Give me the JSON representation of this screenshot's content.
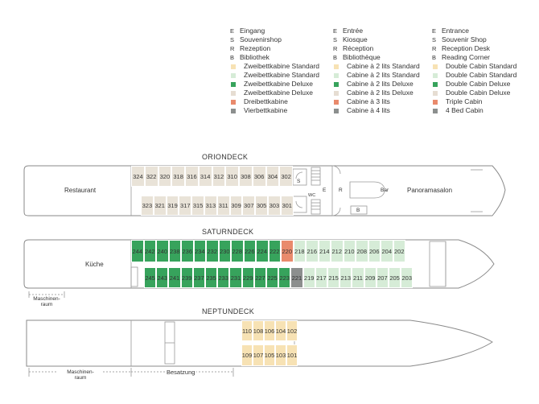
{
  "colors": {
    "standard": "#f7e2b4",
    "double_standard": "#d6ecd7",
    "deluxe": "#37a35c",
    "deluxe_light": "#e6ddd2",
    "triple": "#e98a6c",
    "quad": "#8c8f8e",
    "orion_cabin": "#e9e3d8",
    "deck_outline": "#8a8a8a"
  },
  "legend": {
    "de": [
      {
        "sym": "E",
        "label": "Eingang"
      },
      {
        "sym": "S",
        "label": "Souvenirshop"
      },
      {
        "sym": "R",
        "label": "Rezeption"
      },
      {
        "sym": "B",
        "label": "Bibliothek"
      },
      {
        "swatch": "standard",
        "label": "Zweibettkabine Standard"
      },
      {
        "swatch": "double_standard",
        "label": "Zweibettkabine Standard"
      },
      {
        "swatch": "deluxe",
        "label": "Zweibettkabine Deluxe"
      },
      {
        "swatch": "deluxe_light",
        "label": "Zweibettkabine Deluxe"
      },
      {
        "swatch": "triple",
        "label": "Dreibettkabine"
      },
      {
        "swatch": "quad",
        "label": "Vierbettkabine"
      }
    ],
    "fr": [
      {
        "sym": "E",
        "label": "Entrée"
      },
      {
        "sym": "S",
        "label": "Kiosque"
      },
      {
        "sym": "R",
        "label": "Réception"
      },
      {
        "sym": "B",
        "label": "Bibliothèque"
      },
      {
        "swatch": "standard",
        "label": "Cabine à 2 lits Standard"
      },
      {
        "swatch": "double_standard",
        "label": "Cabine à 2 lits Standard"
      },
      {
        "swatch": "deluxe",
        "label": "Cabine à 2 lits Deluxe"
      },
      {
        "swatch": "deluxe_light",
        "label": "Cabine à 2 lits Deluxe"
      },
      {
        "swatch": "triple",
        "label": "Cabine à 3 lits"
      },
      {
        "swatch": "quad",
        "label": "Cabine à 4 lits"
      }
    ],
    "en": [
      {
        "sym": "E",
        "label": "Entrance"
      },
      {
        "sym": "S",
        "label": "Souvenir Shop"
      },
      {
        "sym": "R",
        "label": "Reception Desk"
      },
      {
        "sym": "B",
        "label": "Reading Corner"
      },
      {
        "swatch": "standard",
        "label": "Double Cabin Standard"
      },
      {
        "swatch": "double_standard",
        "label": "Double Cabin Standard"
      },
      {
        "swatch": "deluxe",
        "label": "Double Cabin Deluxe"
      },
      {
        "swatch": "deluxe_light",
        "label": "Double Cabin Deluxe"
      },
      {
        "swatch": "triple",
        "label": "Triple Cabin"
      },
      {
        "swatch": "quad",
        "label": "4 Bed Cabin"
      }
    ]
  },
  "decks": {
    "orion": {
      "title": "ORIONDECK",
      "restaurant": "Restaurant",
      "panorama": "Panoramasalon",
      "bar": "Bar",
      "s": "S",
      "e": "E",
      "r": "R",
      "b": "B",
      "wc": "WC",
      "top_row": [
        "324",
        "322",
        "320",
        "318",
        "316",
        "314",
        "312",
        "310",
        "308",
        "306",
        "304",
        "302"
      ],
      "bottom_row": [
        "323",
        "321",
        "319",
        "317",
        "315",
        "313",
        "311",
        "309",
        "307",
        "305",
        "303",
        "301"
      ]
    },
    "saturn": {
      "title": "SATURNDECK",
      "kitchen": "Küche",
      "engine": "Maschinen-\nraum",
      "top_row": [
        {
          "n": "244",
          "c": "deluxe"
        },
        {
          "n": "242",
          "c": "deluxe"
        },
        {
          "n": "240",
          "c": "deluxe"
        },
        {
          "n": "238",
          "c": "deluxe"
        },
        {
          "n": "236",
          "c": "deluxe"
        },
        {
          "n": "234",
          "c": "deluxe"
        },
        {
          "n": "232",
          "c": "deluxe"
        },
        {
          "n": "230",
          "c": "deluxe"
        },
        {
          "n": "228",
          "c": "deluxe"
        },
        {
          "n": "226",
          "c": "deluxe"
        },
        {
          "n": "224",
          "c": "deluxe"
        },
        {
          "n": "222",
          "c": "deluxe"
        },
        {
          "n": "220",
          "c": "triple"
        },
        {
          "n": "218",
          "c": "double_standard"
        },
        {
          "n": "216",
          "c": "double_standard"
        },
        {
          "n": "214",
          "c": "double_standard"
        },
        {
          "n": "212",
          "c": "double_standard"
        },
        {
          "n": "210",
          "c": "double_standard"
        },
        {
          "n": "208",
          "c": "double_standard"
        },
        {
          "n": "206",
          "c": "double_standard"
        },
        {
          "n": "204",
          "c": "double_standard"
        },
        {
          "n": "202",
          "c": "double_standard"
        }
      ],
      "bottom_row": [
        {
          "n": "245",
          "c": "deluxe"
        },
        {
          "n": "243",
          "c": "deluxe"
        },
        {
          "n": "241",
          "c": "deluxe"
        },
        {
          "n": "239",
          "c": "deluxe"
        },
        {
          "n": "237",
          "c": "deluxe"
        },
        {
          "n": "235",
          "c": "deluxe"
        },
        {
          "n": "233",
          "c": "deluxe"
        },
        {
          "n": "231",
          "c": "deluxe"
        },
        {
          "n": "229",
          "c": "deluxe"
        },
        {
          "n": "227",
          "c": "deluxe"
        },
        {
          "n": "225",
          "c": "deluxe"
        },
        {
          "n": "223",
          "c": "deluxe"
        },
        {
          "n": "221",
          "c": "quad"
        },
        {
          "n": "219",
          "c": "double_standard"
        },
        {
          "n": "217",
          "c": "double_standard"
        },
        {
          "n": "215",
          "c": "double_standard"
        },
        {
          "n": "213",
          "c": "double_standard"
        },
        {
          "n": "211",
          "c": "double_standard"
        },
        {
          "n": "209",
          "c": "double_standard"
        },
        {
          "n": "207",
          "c": "double_standard"
        },
        {
          "n": "205",
          "c": "double_standard"
        },
        {
          "n": "203",
          "c": "double_standard"
        }
      ]
    },
    "neptun": {
      "title": "NEPTUNDECK",
      "engine": "Maschinen-\nraum",
      "crew": "Besatzung",
      "top_row": [
        "110",
        "108",
        "106",
        "104",
        "102"
      ],
      "bottom_row": [
        "109",
        "107",
        "105",
        "103",
        "101"
      ]
    }
  }
}
